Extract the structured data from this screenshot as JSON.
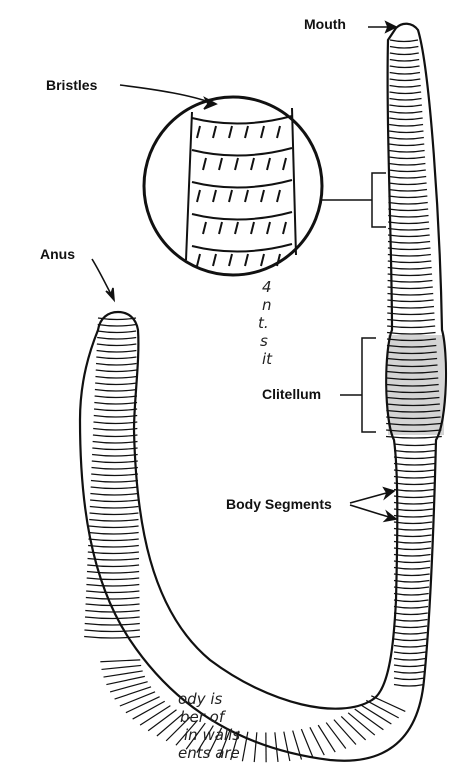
{
  "labels": {
    "mouth": "Mouth",
    "bristles": "Bristles",
    "anus": "Anus",
    "clitellum": "Clitellum",
    "body_segments": "Body Segments"
  },
  "cutoff_text": {
    "left_upper": [
      "4",
      "n",
      "t.",
      "s",
      "it"
    ],
    "bottom": [
      "ody is",
      "ber of",
      "in walls",
      "ents are"
    ]
  },
  "colors": {
    "ink": "#111111",
    "paper": "#ffffff"
  }
}
